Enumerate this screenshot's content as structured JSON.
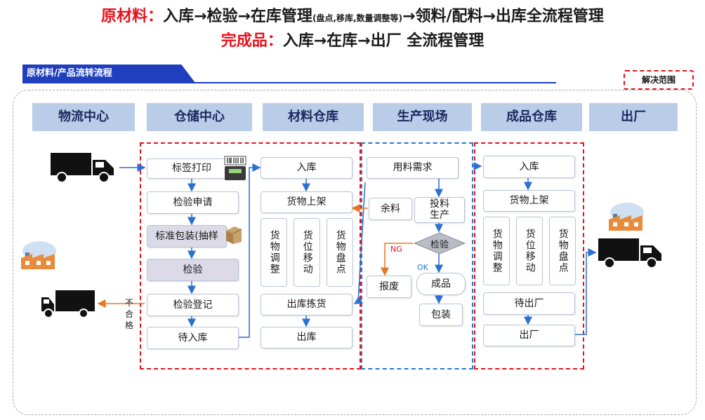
{
  "titles": {
    "line1_prefix": "原材料：",
    "line1_main": "入库→检验→在库管理",
    "line1_small": "(盘点,移库,数量调整等)",
    "line1_suffix": "→领料/配料→出库全流程管理",
    "line2_prefix": "完成品：",
    "line2_main": "入库→在库→出厂 全流程管理"
  },
  "section_label": "原材料/产品流转流程",
  "scope_label": "解决范围",
  "headers": [
    "物流中心",
    "仓储中心",
    "材料仓库",
    "生产现场",
    "成品仓库",
    "出厂"
  ],
  "storage_center": {
    "label_print": "标签打印",
    "inspection_request": "检验申请",
    "standard_packing": "标准包装(抽样",
    "inspection": "检验",
    "inspection_record": "检验登记",
    "pending_inbound": "待入库",
    "unqualified": "不合格"
  },
  "material_warehouse": {
    "inbound": "入库",
    "shelving": "货物上架",
    "qty_adjust": "货物调整",
    "location_move": "货位移动",
    "goods_count": "货物盘点",
    "picking": "出库拣货",
    "outbound": "出库"
  },
  "production_site": {
    "material_demand": "用料需求",
    "leftover": "余料",
    "feed_production": "投料生产",
    "inspection": "检验",
    "ng": "NG",
    "ok": "OK",
    "scrap": "报废",
    "finished": "成品",
    "packing": "包装"
  },
  "finished_warehouse": {
    "inbound": "入库",
    "shelving": "货物上架",
    "qty_adjust": "货物调整",
    "location_move": "货位移动",
    "goods_count": "货物盘点",
    "pending_shipment": "待出厂",
    "shipment": "出厂"
  },
  "colors": {
    "title_red": "#e8101a",
    "ribbon_blue": "#1f3fbf",
    "header_bg": "#b9cde8",
    "zone_red": "#e8101a",
    "zone_blue": "#1e7ad8",
    "arrow_blue": "#2b6fd3",
    "arrow_orange": "#e87722"
  },
  "icons": [
    "truck-icon",
    "factory-icon",
    "barcode-printer-icon",
    "carton-box-icon"
  ]
}
